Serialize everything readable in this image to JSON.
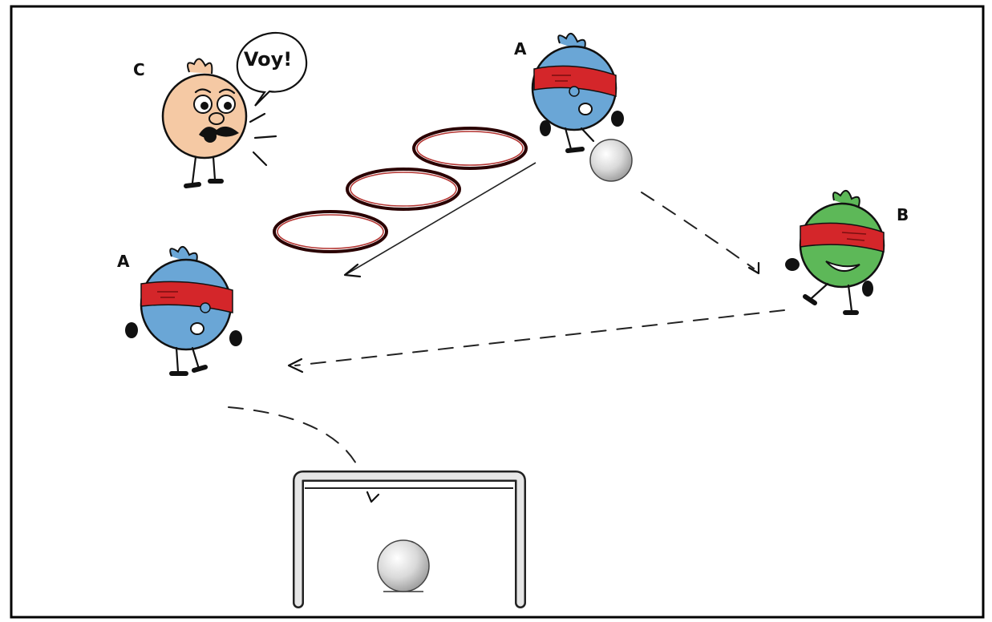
{
  "labels": {
    "player_c": "C",
    "player_a_top": "A",
    "player_b": "B",
    "player_a_left": "A"
  },
  "speech_bubble": {
    "text": "Voy!"
  },
  "colors": {
    "player_a_body": "#6aa6d6",
    "player_b_body": "#5db858",
    "player_c_body": "#f5c9a4",
    "blindfold": "#d4262a",
    "hoop": "#2a0000",
    "ball": "#cfcfcf",
    "goal": "#e6e6e6"
  },
  "counts": {
    "hoops": 3
  }
}
